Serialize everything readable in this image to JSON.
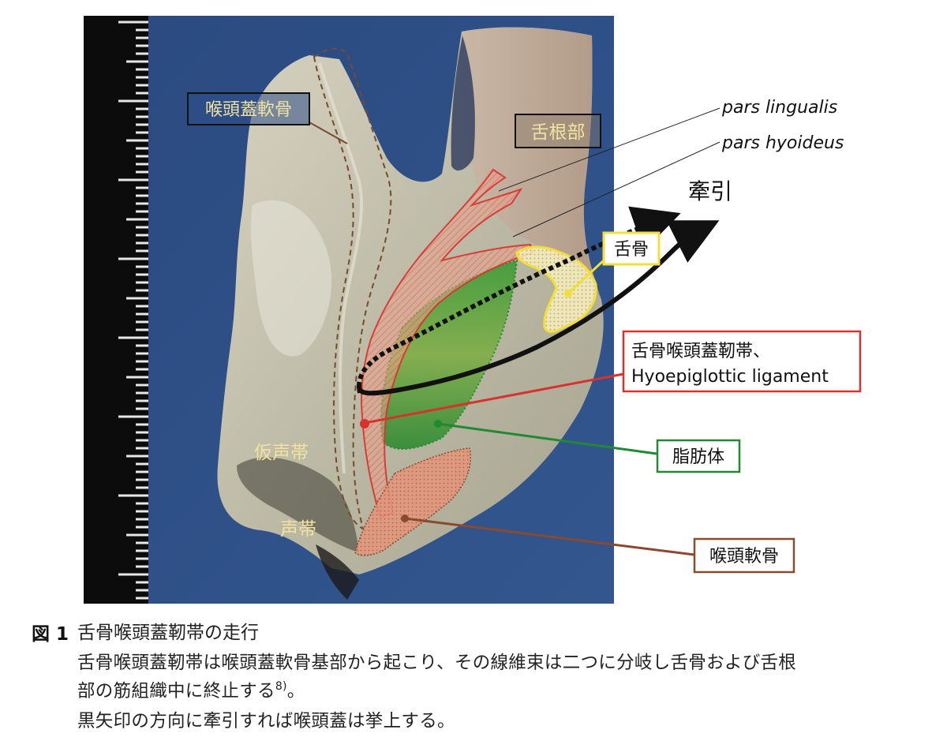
{
  "labels": {
    "epiglottic_cartilage": "喉頭蓋軟骨",
    "tongue_root": "舌根部",
    "pars_lingualis": "pars lingualis",
    "pars_hyoideus": "pars hyoideus",
    "traction": "牽引",
    "hyoid_bone": "舌骨",
    "hyoepiglottic_ligament_jp": "舌骨喉頭蓋靭帯、",
    "hyoepiglottic_ligament_en": "Hyoepiglottic ligament",
    "false_vocal_cord": "仮声帯",
    "fat_body": "脂肪体",
    "vocal_cord": "声帯",
    "laryngeal_cartilage": "喉頭軟骨"
  },
  "colors": {
    "background_blue": "#2e4f86",
    "ligament_red": "#d9322e",
    "fat_green": "#1f8a33",
    "hyoid_yellow": "#f2df38",
    "cartilage_brown": "#8a4a2e",
    "label_yellow": "#f3e3a0"
  },
  "caption": {
    "label": "図 1",
    "title": "舌骨喉頭蓋靭帯の走行",
    "line1": "舌骨喉頭蓋靭帯は喉頭蓋軟骨基部から起こり、その線維束は二つに分岐し舌骨および舌根",
    "line2": "部の筋組織中に終止する",
    "line2_ref": "8)",
    "line2_end": "。",
    "line3": "黒矢印の方向に牽引すれば喉頭蓋は挙上する。"
  }
}
